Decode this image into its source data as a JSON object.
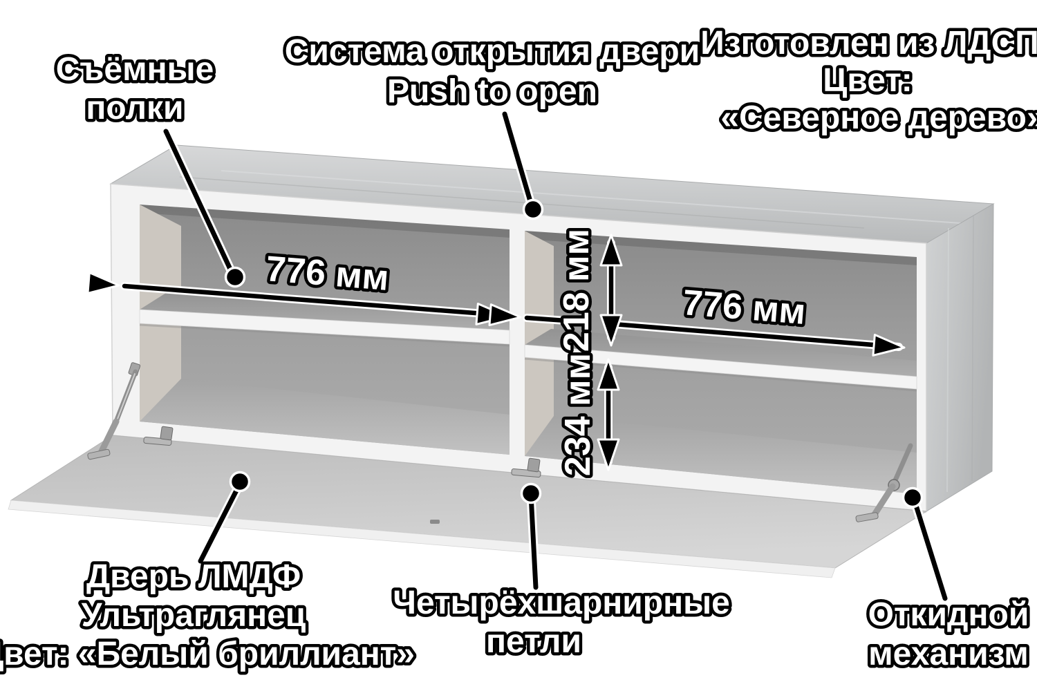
{
  "diagram": {
    "type": "furniture-dimension-diagram",
    "subject": "wall cabinet with two shelved sections and flip-down door",
    "callouts": {
      "removable_shelves": {
        "line1": "Съёмные",
        "line2": "полки"
      },
      "push_to_open": {
        "line1": "Система открытия двери",
        "line2": "Push to open"
      },
      "material": {
        "line1": "Изготовлен из ЛДСП",
        "line2": "Цвет:",
        "line3": "«Северное дерево»"
      },
      "door": {
        "line1": "Дверь ЛМДФ",
        "line2": "Ультраглянец",
        "line3": "Цвет: «Белый бриллиант»"
      },
      "hinges": {
        "line1": "Четырёхшарнирные",
        "line2": "петли"
      },
      "flip_mechanism": {
        "line1": "Откидной",
        "line2": "механизм"
      }
    },
    "dimensions": {
      "left_section_width": {
        "label": "776 мм",
        "value_mm": 776
      },
      "right_section_width": {
        "label": "776 мм",
        "value_mm": 776
      },
      "upper_section_height": {
        "label": "218 мм",
        "value_mm": 218
      },
      "lower_section_height": {
        "label": "234 мм",
        "value_mm": 234
      }
    },
    "colors": {
      "background": "#ffffff",
      "annotation_fill": "#ffffff",
      "annotation_outline": "#000000",
      "carcass_edge": "#f4f4f4",
      "interior_back": "#989898",
      "door_face": "#c9c9c9"
    }
  }
}
